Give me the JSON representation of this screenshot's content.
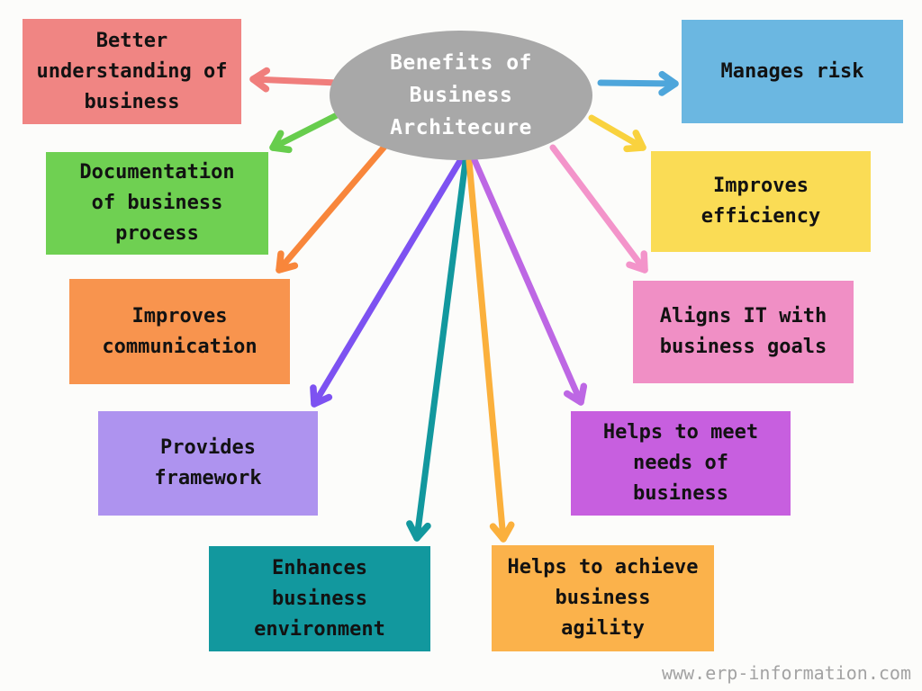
{
  "title": {
    "text": "Benefits of\nBusiness\nArchitecure",
    "bg": "#A8A8A8",
    "text_color": "#FFFFFF"
  },
  "nodes": [
    {
      "id": "better-understanding",
      "label": "Better\nunderstanding of\nbusiness",
      "color": "#F08583"
    },
    {
      "id": "documentation",
      "label": "Documentation\nof business\nprocess",
      "color": "#6FD052"
    },
    {
      "id": "improves-communication",
      "label": "Improves\ncommunication",
      "color": "#F8944E"
    },
    {
      "id": "provides-framework",
      "label": "Provides\nframework",
      "color": "#AE93EF"
    },
    {
      "id": "enhances-environment",
      "label": "Enhances\nbusiness\nenvironment",
      "color": "#12989E"
    },
    {
      "id": "business-agility",
      "label": "Helps to achieve\nbusiness\nagility",
      "color": "#FBB24B"
    },
    {
      "id": "meet-needs",
      "label": "Helps to meet\nneeds of\nbusiness",
      "color": "#C75FDF"
    },
    {
      "id": "aligns-it",
      "label": "Aligns IT with\nbusiness goals",
      "color": "#F08FC5"
    },
    {
      "id": "improves-efficiency",
      "label": "Improves\nefficiency",
      "color": "#FADC55"
    },
    {
      "id": "manages-risk",
      "label": "Manages risk",
      "color": "#6BB7E1"
    }
  ],
  "arrows": [
    {
      "from": "central-topic",
      "to": "better-understanding",
      "color": "#F07E7C"
    },
    {
      "from": "central-topic",
      "to": "documentation",
      "color": "#67CD4D"
    },
    {
      "from": "central-topic",
      "to": "improves-communication",
      "color": "#F8863B"
    },
    {
      "from": "central-topic",
      "to": "provides-framework",
      "color": "#7D52F1"
    },
    {
      "from": "central-topic",
      "to": "enhances-environment",
      "color": "#12989E"
    },
    {
      "from": "central-topic",
      "to": "business-agility",
      "color": "#FBB03C"
    },
    {
      "from": "central-topic",
      "to": "meet-needs",
      "color": "#BD67E4"
    },
    {
      "from": "central-topic",
      "to": "aligns-it",
      "color": "#F394CA"
    },
    {
      "from": "central-topic",
      "to": "improves-efficiency",
      "color": "#F9D23E"
    },
    {
      "from": "central-topic",
      "to": "manages-risk",
      "color": "#4EA6DB"
    }
  ],
  "watermark": "www.erp-information.com"
}
